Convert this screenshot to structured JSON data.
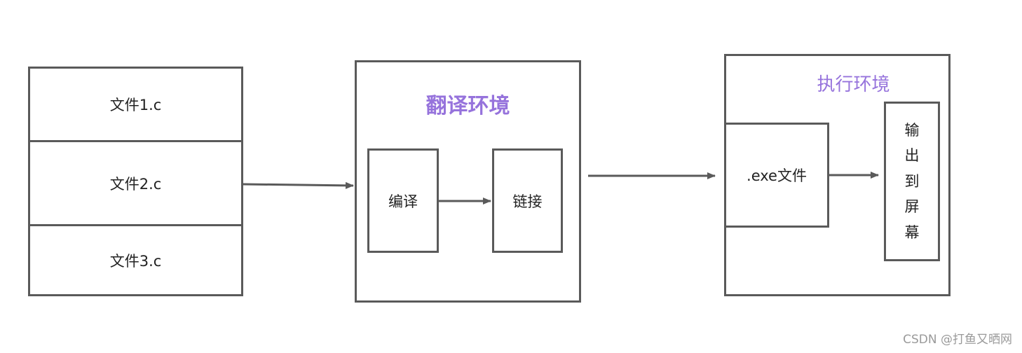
{
  "files": [
    {
      "label": "文件1.c"
    },
    {
      "label": "文件2.c"
    },
    {
      "label": "文件3.c"
    }
  ],
  "translation_env": {
    "title": "翻译环境",
    "compile": "编译",
    "link": "链接"
  },
  "execution_env": {
    "title": "执行环境",
    "exe": ".exe文件",
    "output_chars": [
      "输",
      "出",
      "到",
      "屏",
      "幕"
    ]
  },
  "watermark": "CSDN @打鱼又晒网",
  "colors": {
    "title_accent": "#9673dc",
    "border": "#5a5a5a",
    "arrow": "#5a5a5a"
  }
}
